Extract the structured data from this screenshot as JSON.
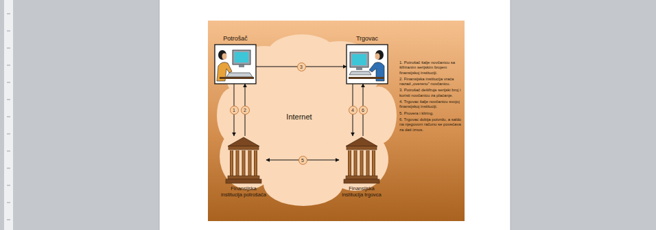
{
  "diagram": {
    "nodes": [
      {
        "text": [
          "Potrošač"
        ]
      },
      {
        "text": [
          "Trgovac"
        ]
      },
      {
        "text": [
          "Finansijska institucija potrošača"
        ]
      },
      {
        "text": [
          "Finansijska institucija trgovca"
        ]
      }
    ],
    "edges": [
      {
        "from": 0,
        "to": 2,
        "arrow": "to",
        "label": "1"
      },
      {
        "from": 2,
        "to": 0,
        "arrow": "to",
        "label": "2"
      },
      {
        "from": 0,
        "to": 1,
        "arrow": "to",
        "label": "3"
      },
      {
        "from": 1,
        "to": 3,
        "arrow": "to",
        "label": "4"
      },
      {
        "from": 2,
        "to": 3,
        "arrow": "both",
        "label": "5"
      },
      {
        "from": 3,
        "to": 1,
        "arrow": "to",
        "label": "6"
      }
    ],
    "labels": [
      "Internet",
      "1. Potrošač šalje novčanicu sa šifriranim serijskim brojem finansijskoj instituciji.",
      "2. Finansijska institucija vraća nazad „overenu” novčanicu.",
      "3. Potrošač dešifruje serijski broj i koristi novčanicu za plaćanje.",
      "4. Trgovac šalje novčanicu svojoj finansijskoj instituciji.",
      "5. Provera i kliring.",
      "6. Trgovac dobija potvrdu, a saldo na njegovom računu se povećava za dati iznos."
    ]
  }
}
